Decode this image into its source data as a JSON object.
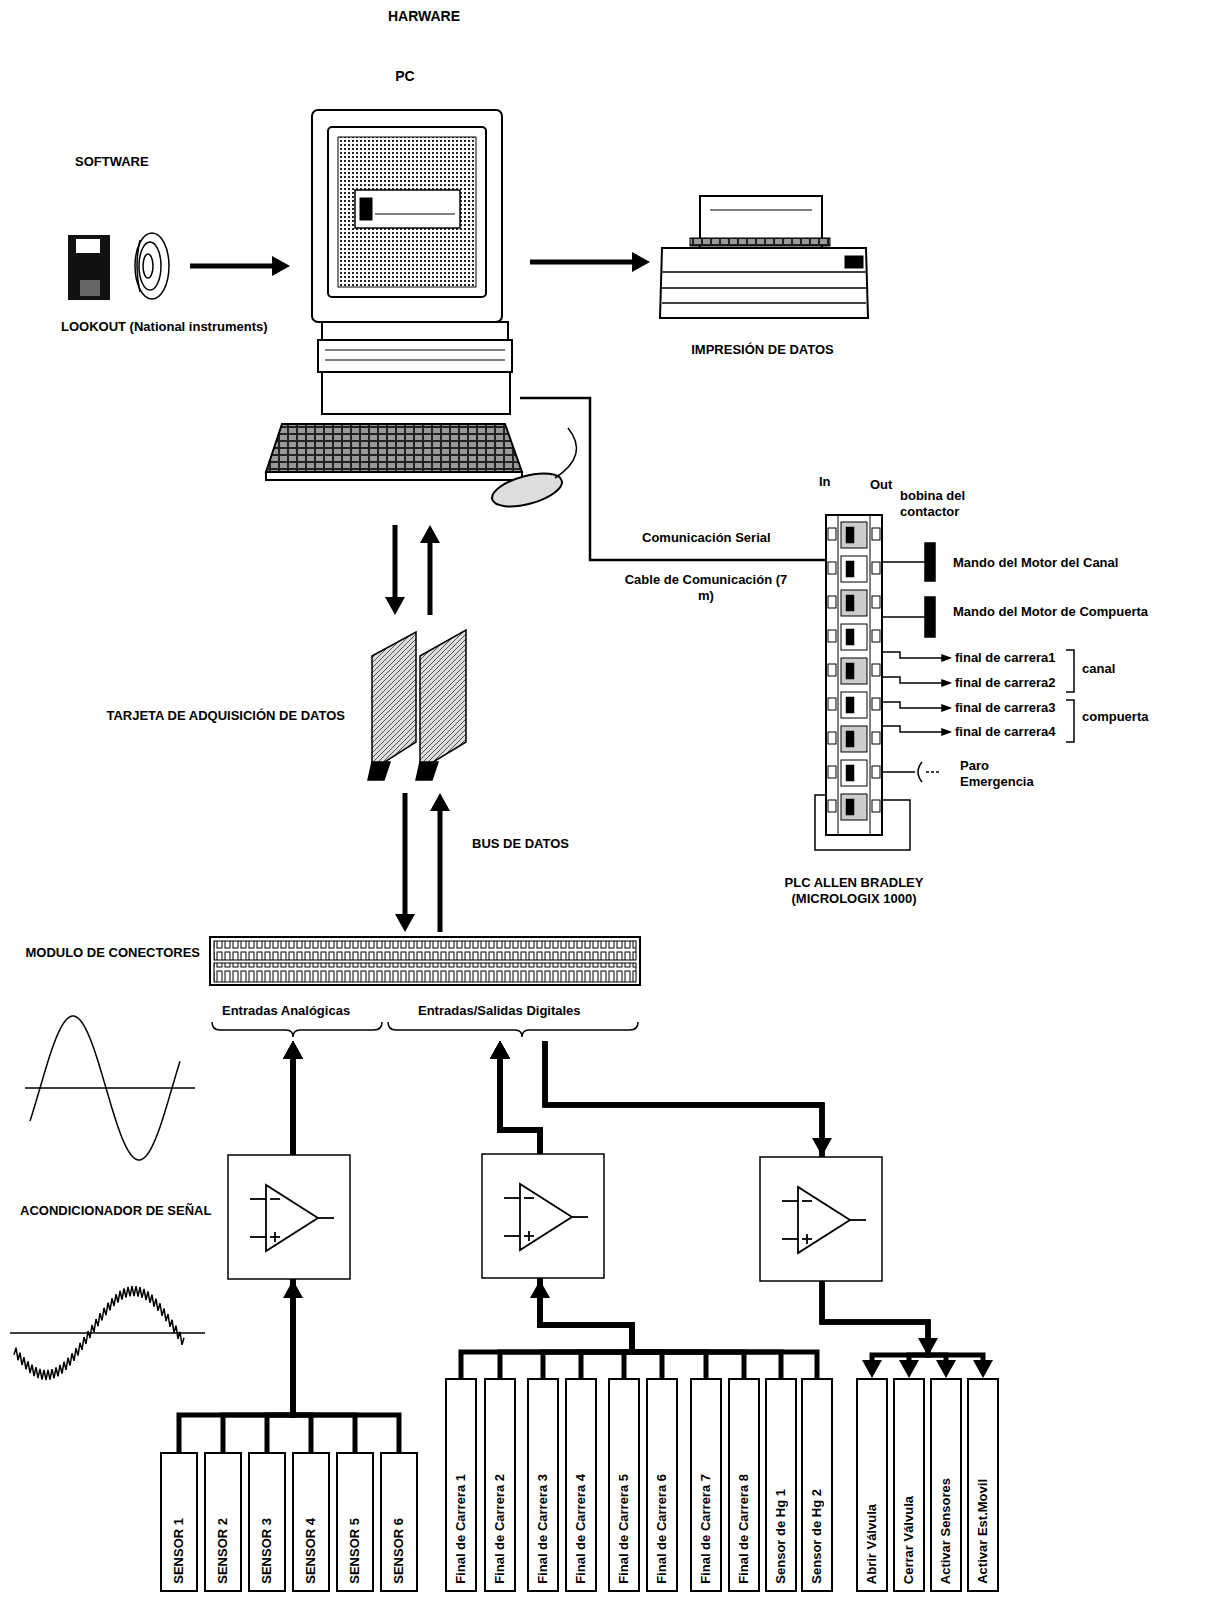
{
  "diagram": {
    "title": "HARWARE",
    "nodes": [
      {
        "text": [
          "SOFTWARE",
          "LOOKOUT (National instruments)"
        ]
      },
      {
        "text": [
          "PC"
        ]
      },
      {
        "text": [
          "IMPRESIÓN DE DATOS"
        ]
      },
      {
        "text": [
          "TARJETA DE ADQUISICIÓN DE DATOS"
        ]
      },
      {
        "text": [
          "PLC ALLEN BRADLEY (MICROLOGIX 1000)"
        ]
      },
      {
        "text": [
          "MODULO DE CONECTORES"
        ]
      },
      {
        "text": [
          "SENSOR 1"
        ]
      },
      {
        "text": [
          "SENSOR 2"
        ]
      },
      {
        "text": [
          "SENSOR 3"
        ]
      },
      {
        "text": [
          "SENSOR 4"
        ]
      },
      {
        "text": [
          "SENSOR 5"
        ]
      },
      {
        "text": [
          "SENSOR 6"
        ]
      },
      {
        "text": [
          "Final de Carrera 1"
        ]
      },
      {
        "text": [
          "Final de Carrera 2"
        ]
      },
      {
        "text": [
          "Final de Carrera 3"
        ]
      },
      {
        "text": [
          "Final de Carrera 4"
        ]
      },
      {
        "text": [
          "Final de Carrera 5"
        ]
      },
      {
        "text": [
          "Final de Carrera 6"
        ]
      },
      {
        "text": [
          "Final de Carrera 7"
        ]
      },
      {
        "text": [
          "Final de Carrera 8"
        ]
      },
      {
        "text": [
          "Sensor de Hg 1"
        ]
      },
      {
        "text": [
          "Sensor de Hg 2"
        ]
      },
      {
        "text": [
          "Abrir Válvula"
        ]
      },
      {
        "text": [
          "Cerrar Válvula"
        ]
      },
      {
        "text": [
          "Activar Sensores"
        ]
      },
      {
        "text": [
          "Activar Est.Movil"
        ]
      }
    ],
    "edges": [
      {
        "from": 0,
        "to": 1,
        "arrow": "to"
      },
      {
        "from": 1,
        "to": 2,
        "arrow": "to"
      },
      {
        "from": 1,
        "to": 3,
        "arrow": "both"
      },
      {
        "from": 3,
        "to": 5,
        "label": "BUS DE DATOS",
        "arrow": "both"
      },
      {
        "from": 1,
        "to": 4,
        "label": "Comunicación Serial",
        "arrow": "none"
      },
      {
        "from": 6,
        "to": 5,
        "arrow": "to"
      },
      {
        "from": 7,
        "to": 5,
        "arrow": "to"
      },
      {
        "from": 8,
        "to": 5,
        "arrow": "to"
      },
      {
        "from": 9,
        "to": 5,
        "arrow": "to"
      },
      {
        "from": 10,
        "to": 5,
        "arrow": "to"
      },
      {
        "from": 11,
        "to": 5,
        "arrow": "to"
      },
      {
        "from": 12,
        "to": 5,
        "arrow": "to"
      },
      {
        "from": 13,
        "to": 5,
        "arrow": "to"
      },
      {
        "from": 14,
        "to": 5,
        "arrow": "to"
      },
      {
        "from": 15,
        "to": 5,
        "arrow": "to"
      },
      {
        "from": 16,
        "to": 5,
        "arrow": "to"
      },
      {
        "from": 17,
        "to": 5,
        "arrow": "to"
      },
      {
        "from": 18,
        "to": 5,
        "arrow": "to"
      },
      {
        "from": 19,
        "to": 5,
        "arrow": "to"
      },
      {
        "from": 20,
        "to": 5,
        "arrow": "to"
      },
      {
        "from": 21,
        "to": 5,
        "arrow": "to"
      },
      {
        "from": 5,
        "to": 22,
        "arrow": "to"
      },
      {
        "from": 5,
        "to": 23,
        "arrow": "to"
      },
      {
        "from": 5,
        "to": 24,
        "arrow": "to"
      },
      {
        "from": 5,
        "to": 25,
        "arrow": "to"
      }
    ],
    "labels": [
      "ACONDICIONADOR DE SEÑAL",
      "Entradas Analógicas",
      "Entradas/Salidas Digitales",
      "In",
      "Out",
      "bobina del contactor",
      "Mando del Motor del Canal",
      "Mando del Motor de Compuerta",
      "final de carrera1",
      "final de carrera2",
      "final de carrera3",
      "final de carrera4",
      "canal",
      "compuerta",
      "Paro Emergencia",
      "Cable de Comunicación (7 m)"
    ]
  }
}
